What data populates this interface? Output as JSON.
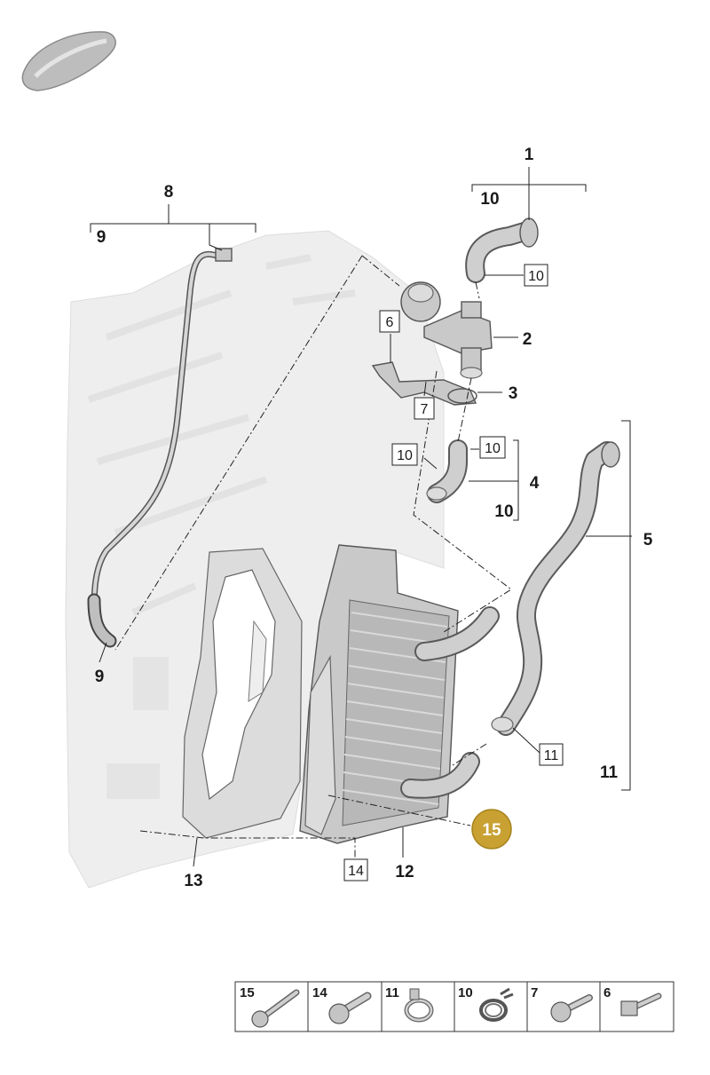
{
  "callouts": {
    "c1": "1",
    "c2": "2",
    "c3": "3",
    "c4": "4",
    "c5": "5",
    "c8": "8",
    "c9_top": "9",
    "c9_bottom": "9",
    "c10_a": "10",
    "c10_b": "10",
    "c10_c": "10",
    "c10_d": "10",
    "c10_e": "10",
    "c11_box": "11",
    "c11_side": "11",
    "c6_box": "6",
    "c7_box": "7",
    "c12": "12",
    "c13": "13",
    "c14_box": "14"
  },
  "highlight": {
    "label": "15",
    "color": "#c8a132"
  },
  "hardware_table": [
    {
      "number": "15",
      "icon": "bolt-long-icon"
    },
    {
      "number": "14",
      "icon": "bolt-torx-icon"
    },
    {
      "number": "11",
      "icon": "hose-clamp-icon"
    },
    {
      "number": "10",
      "icon": "spring-clamp-icon"
    },
    {
      "number": "7",
      "icon": "bolt-short-icon"
    },
    {
      "number": "6",
      "icon": "bolt-flange-icon"
    }
  ],
  "vehicle_icon": "car-silhouette-icon"
}
